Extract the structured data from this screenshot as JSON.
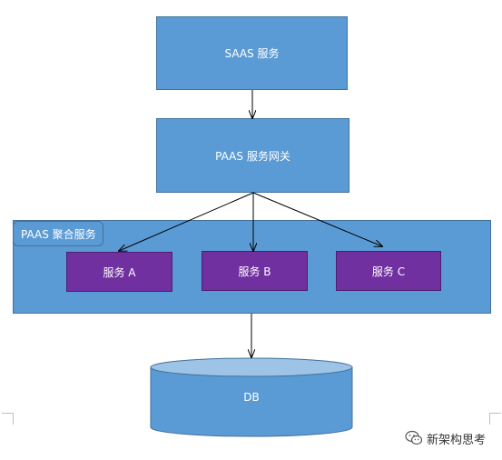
{
  "nodes": {
    "saas": "SAAS 服务",
    "gateway": "PAAS 服务网关",
    "aggregate": "PAAS 聚合服务",
    "service_a": "服务 A",
    "service_b": "服务 B",
    "service_c": "服务 C",
    "db": "DB"
  },
  "watermark": {
    "text": "新架构思考",
    "icon": "wechat-icon"
  },
  "colors": {
    "box_blue": "#5b9bd5",
    "box_border": "#41719c",
    "service_purple": "#7030a0",
    "db_top": "#9dc3e6",
    "arrow": "#000000"
  }
}
